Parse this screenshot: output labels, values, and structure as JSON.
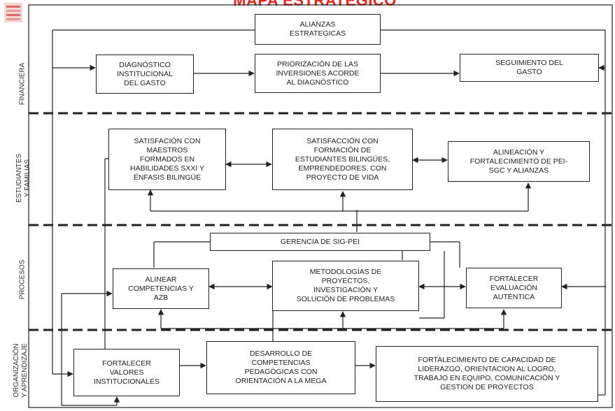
{
  "title": "MAPA ESTRATEGICO",
  "perspectives": {
    "financiera": "FINANCIERA",
    "estudiantes": "ESTUDIANTES\nY FAMILIAS",
    "procesos": "PROCESOS",
    "organizacion": "ORGANIZACIÓN\nY APRENDIZAJE"
  },
  "boxes": {
    "alianzas": "ALIANZAS\nESTRATEGICAS",
    "diagnostico": "DIAGNÓSTICO\nINSTITUCIONAL\nDEL GASTO",
    "priorizacion": "PRIORIZACIÓN DE LAS\nINVERSIONES ACORDE\nAL DIAGNÓSTICO",
    "seguimiento": "SEGUIMIENTO DEL\nGASTO",
    "satisfaccion_maestros": "SATISFACIÓN CON\nMAESTROS\nFORMADOS EN\nHABILIDADES SXXI Y\nÉNFASIS BILINGÜE",
    "satisfaccion_formacion": "SATISFACCIÓN CON\nFORMACIÓN DE\nESTUDIANTES BILINGÜES,\nEMPRENDEDORES, CON\nPROYECTO DE VIDA",
    "alineacion": "ALINEACIÓN Y\nFORTALECIMIENTO DE PEI-\nSGC Y ALIANZAS",
    "gerencia": "GERENCIA DE SIG-PEI",
    "alinear": "ALINEAR\nCOMPETENCIAS Y\nAZB",
    "metodologias": "METODOLOGÍAS DE\nPROYECTOS,\nINVESTIGACIÓN Y\nSOLUCIÓN DE PROBLEMAS",
    "fortalecer_eval": "FORTALECER\nEVALUACIÓN\nAUTÉNTICA",
    "fortalecer_valores": "FORTALECER\nVALORES\nINSTITUCIONALES",
    "desarrollo": "DESARROLLO DE\nCOMPETENCIAS\nPEDAGÓGICAS CON\nORIENTACIÓN A LA MEGA",
    "fortalecimiento_capacidad": "FORTALECIMIENTO DE CAPACIDAD DE\nLIDERAZGO, ORIENTACION AL LOGRO,\nTRABAJO EN EQUIPO, COMUNICACIÓN Y\nGESTION DE PROYECTOS"
  },
  "colors": {
    "title": "#e8281e",
    "line": "#222222"
  }
}
